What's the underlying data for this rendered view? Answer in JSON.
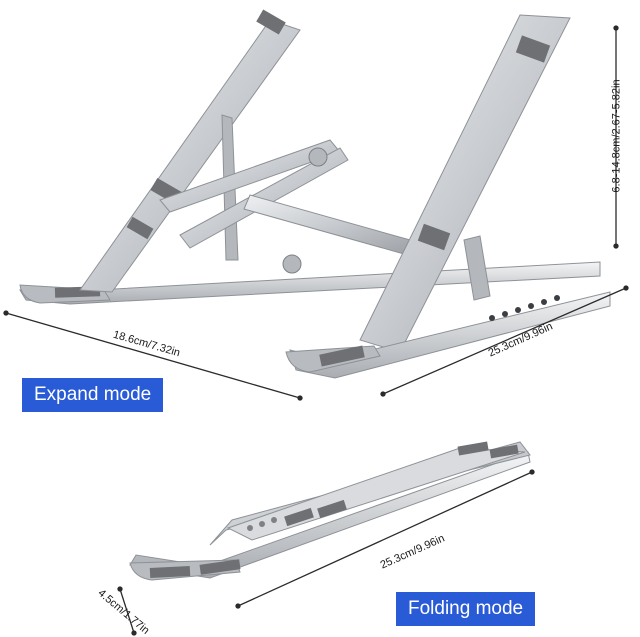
{
  "labels": {
    "expand_mode": "Expand mode",
    "folding_mode": "Folding mode"
  },
  "dimensions": {
    "expand_depth": "18.6cm/7.32in",
    "expand_width": "25.3cm/9.96in",
    "expand_height": "6.8-14.8cm/2.67-5.82in",
    "folded_width": "25.3cm/9.96in",
    "folded_height": "4.5cm/1.77in"
  },
  "colors": {
    "label_background": "#2a5bd7",
    "aluminum": "#c9ccd0",
    "pad": "#6e7074"
  }
}
